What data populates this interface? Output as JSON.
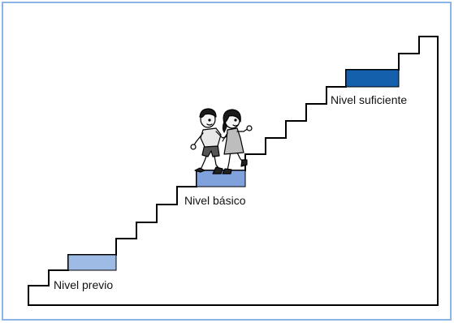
{
  "levels": [
    {
      "label": "Nivel previo",
      "color": "#9ebbe6"
    },
    {
      "label": "Nivel básico",
      "color": "#7fa1dc"
    },
    {
      "label": "Nivel suficiente",
      "color": "#1560ad"
    }
  ],
  "figure": {
    "icon": "two-children-climbing-icon"
  },
  "colors": {
    "frame": "#8ab3e6",
    "outline": "#000000"
  }
}
